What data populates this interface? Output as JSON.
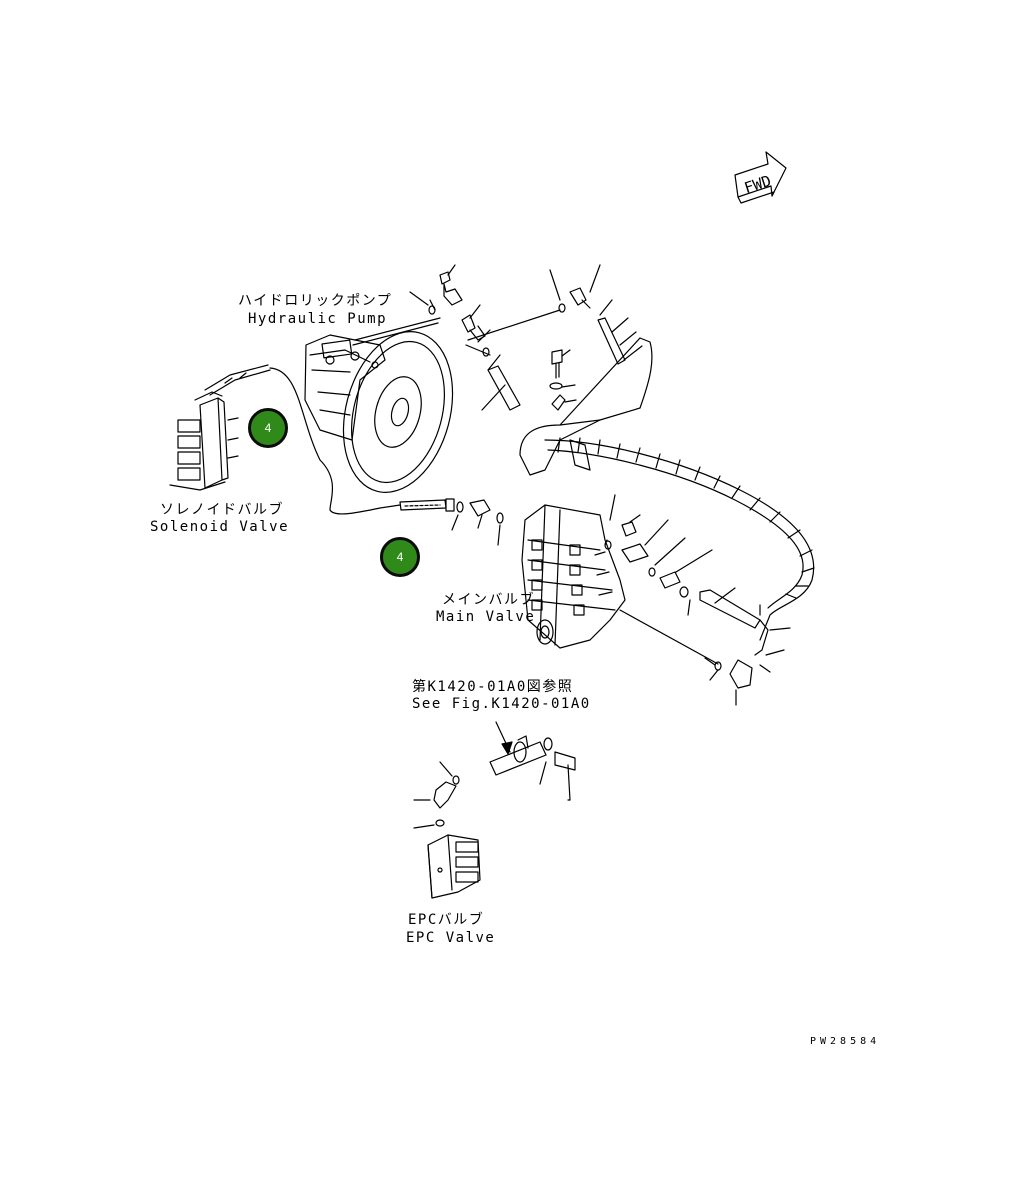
{
  "labels": {
    "hydraulic_pump_jp": "ハイドロリックポンプ",
    "hydraulic_pump_en": "Hydraulic Pump",
    "solenoid_valve_jp": "ソレノイドバルブ",
    "solenoid_valve_en": "Solenoid Valve",
    "main_valve_jp": "メインバルブ",
    "main_valve_en": "Main Valve",
    "see_fig_jp": "第K1420-01A0図参照",
    "see_fig_en": "See Fig.K1420-01A0",
    "epc_valve_jp": "EPCバルブ",
    "epc_valve_en": "EPC Valve",
    "fwd": "FWD"
  },
  "callouts": [
    "4",
    "4"
  ],
  "drawing_id": "PW28584",
  "colors": {
    "callout_fill": "#2f8a1a",
    "callout_border": "#0b0b0b",
    "line": "#000000"
  }
}
